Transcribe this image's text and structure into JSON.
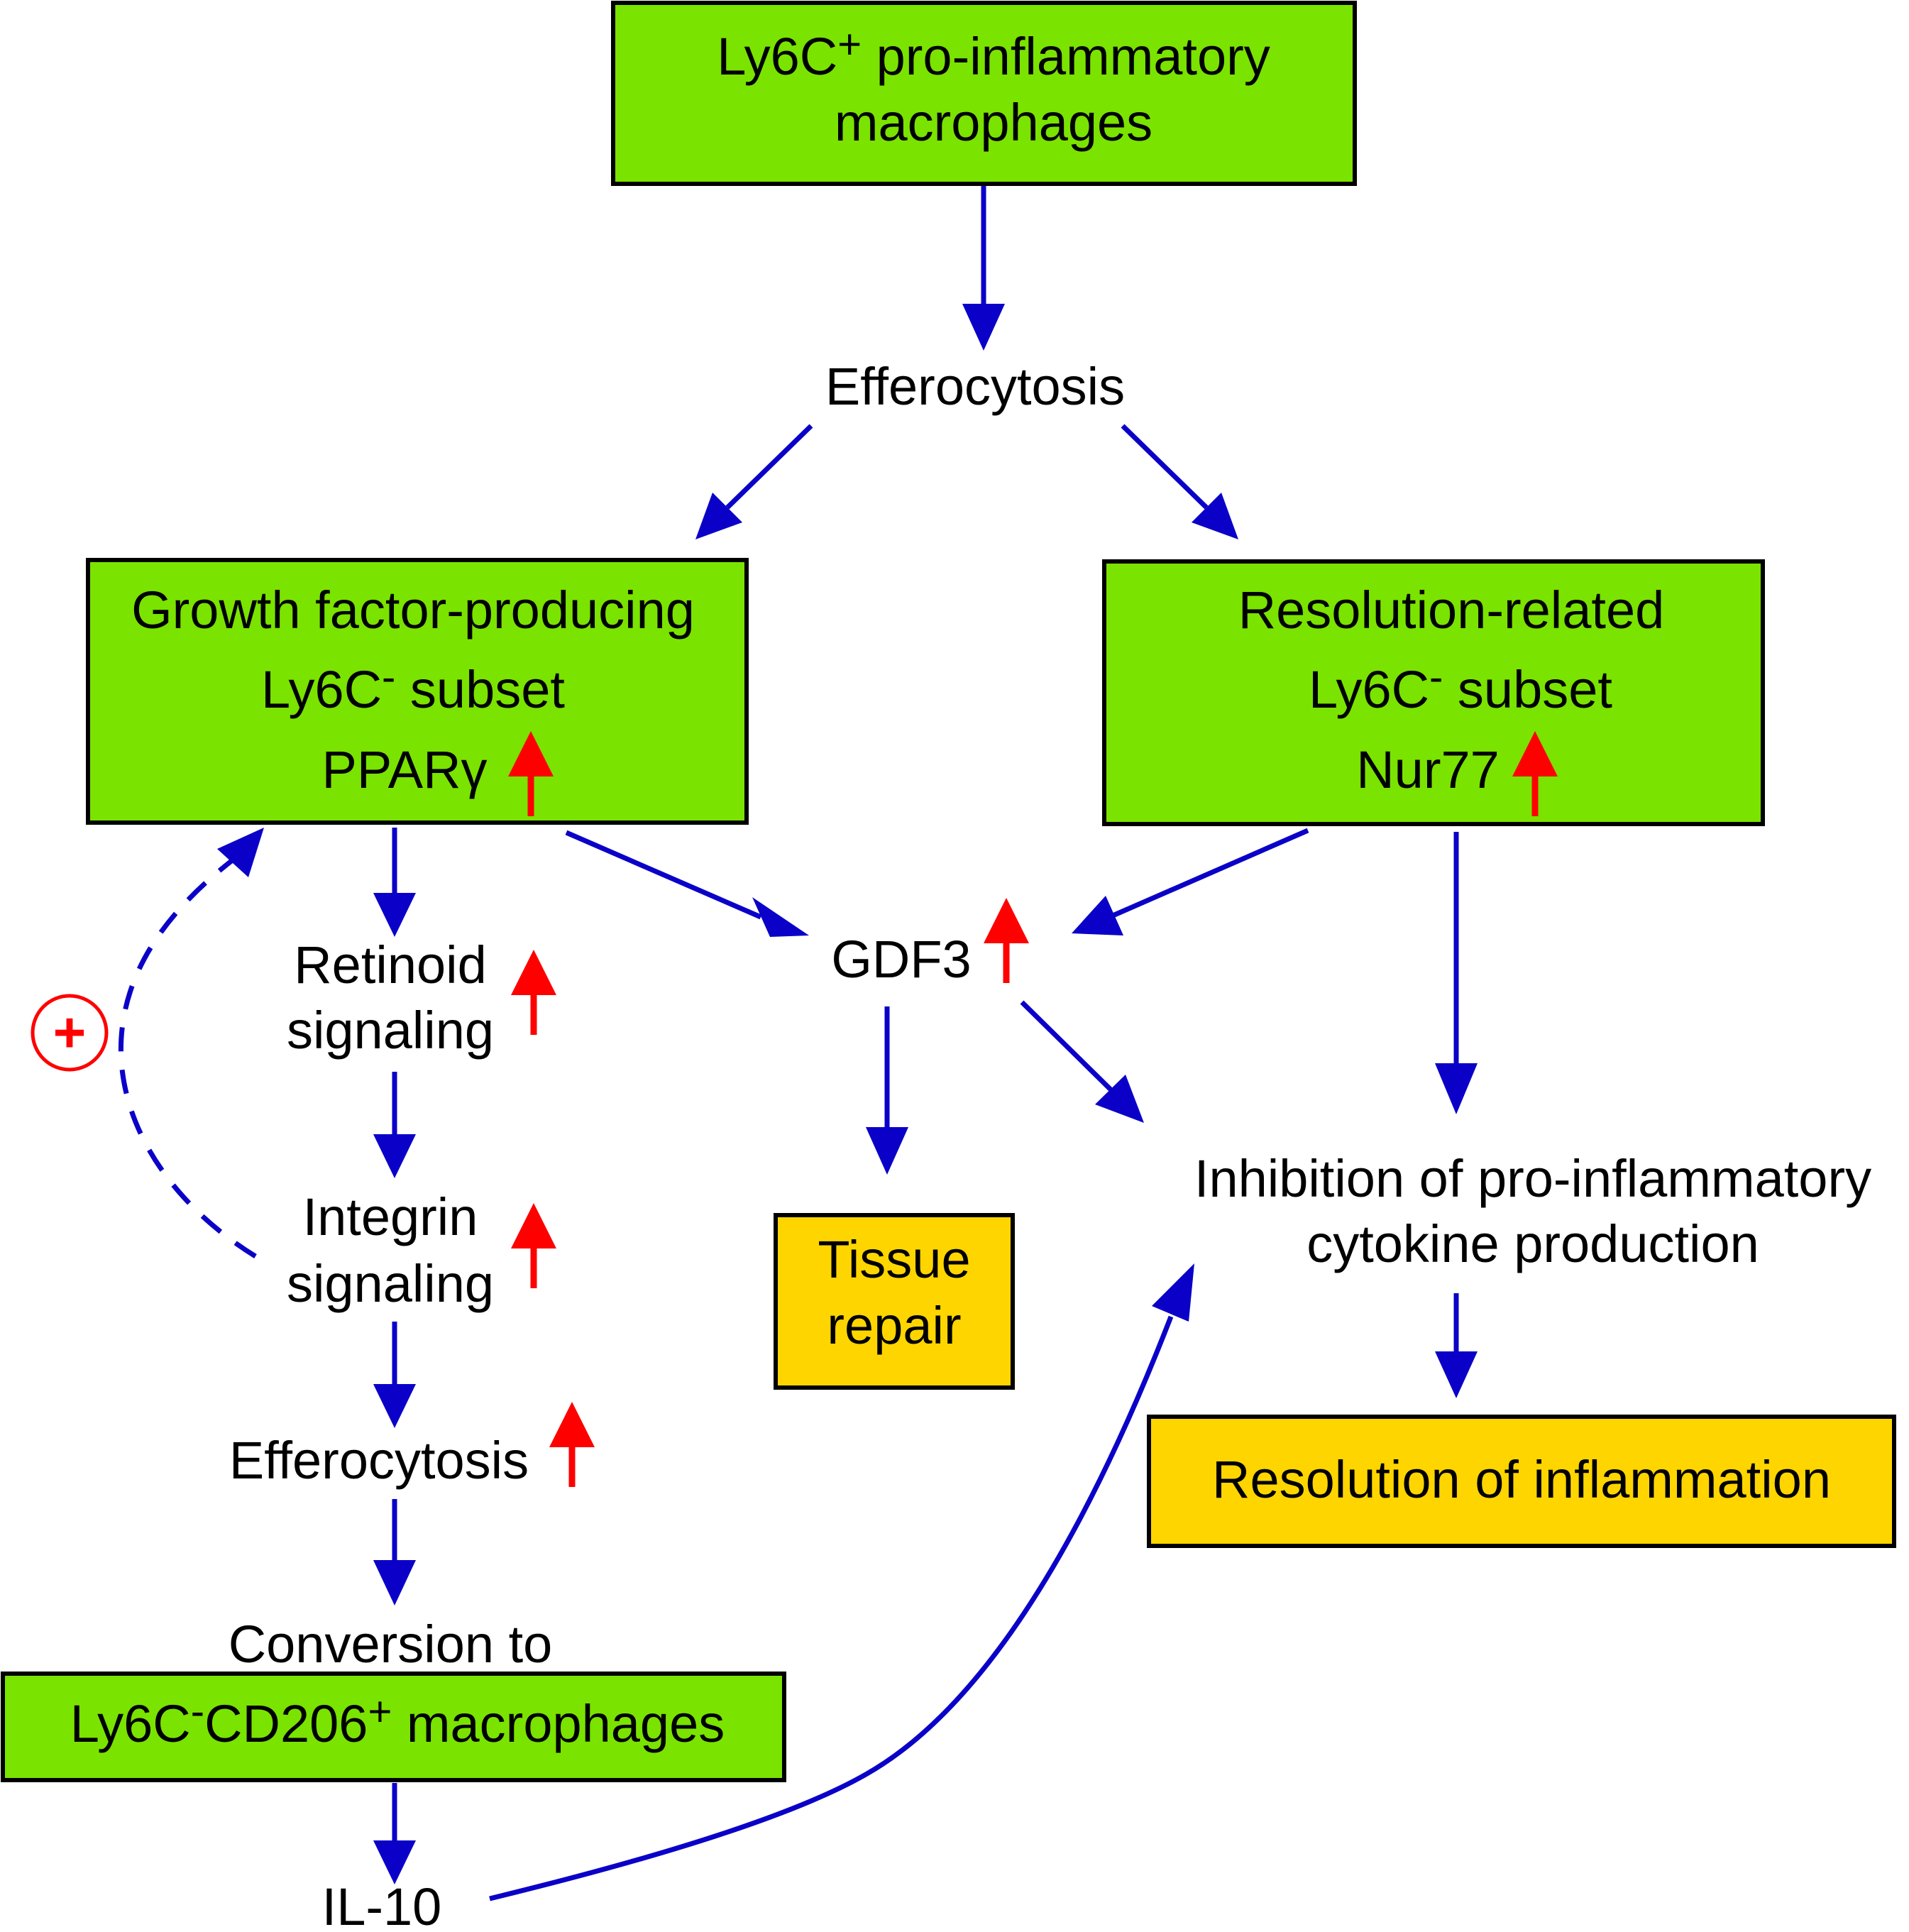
{
  "colors": {
    "box_green": "#7ae300",
    "box_yellow": "#ffd500",
    "arrow_blue": "#0a00c8",
    "increase_red": "#ff0000"
  },
  "nodes": {
    "top_box": {
      "line1_main": "Ly6C",
      "line1_sup": "+",
      "line1_rest": " pro-inflammatory",
      "line2": "macrophages"
    },
    "efferocytosis_1": "Efferocytosis",
    "growth_box": {
      "line1": "Growth factor-producing",
      "line2_main": "Ly6C",
      "line2_sup": "-",
      "line2_rest": " subset",
      "line3": "PPARγ"
    },
    "resolution_box": {
      "line1": "Resolution-related",
      "line2_main": "Ly6C",
      "line2_sup": "-",
      "line2_rest": " subset",
      "line3": "Nur77"
    },
    "gdf3": "GDF3",
    "retinoid": {
      "line1": "Retinoid",
      "line2": "signaling"
    },
    "integrin": {
      "line1": "Integrin",
      "line2": "signaling"
    },
    "efferocytosis_2": "Efferocytosis",
    "conversion_label": "Conversion to",
    "cd206_box": {
      "part1": "Ly6C",
      "sup1": "-",
      "part2": "CD206",
      "sup2": "+",
      "part3": " macrophages"
    },
    "il10": "IL-10",
    "tissue_repair": {
      "line1": "Tissue",
      "line2": "repair"
    },
    "inhibition": {
      "line1": "Inhibition of pro-inflammatory",
      "line2": "cytokine production"
    },
    "resolution_inflammation": "Resolution of inflammation",
    "positive_feedback_symbol": "+"
  }
}
